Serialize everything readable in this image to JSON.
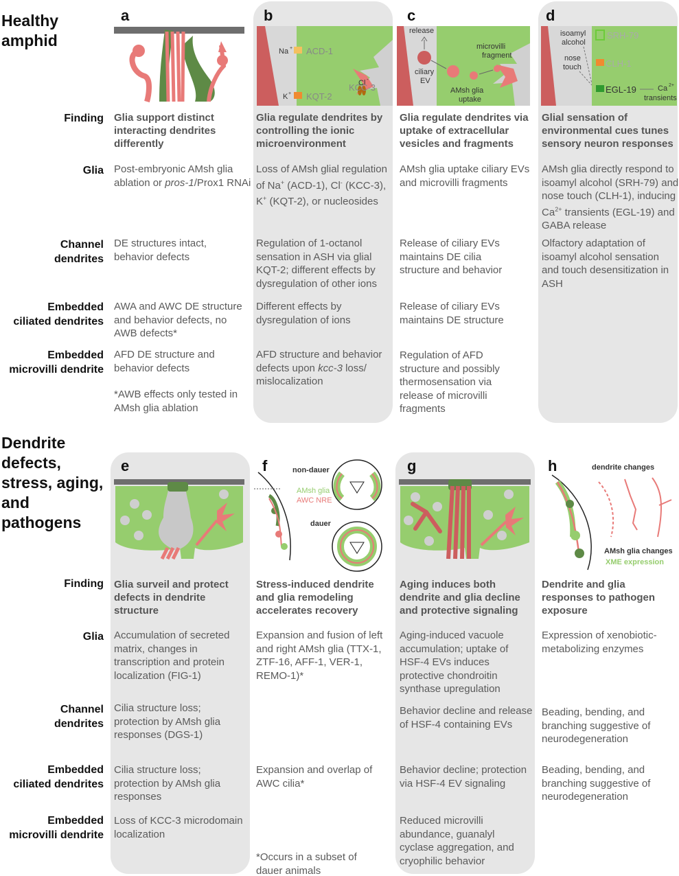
{
  "sections": {
    "healthy": "Healthy amphid",
    "defects": "Dendrite defects, stress, aging, and pathogens"
  },
  "row_labels": {
    "finding": "Finding",
    "glia": "Glia",
    "channel": "Channel dendrites",
    "ciliated": "Embedded ciliated dendrites",
    "microvilli": "Embedded microvilli dendrite"
  },
  "panels": {
    "a": {
      "letter": "a",
      "finding": "Glia support distinct interacting dendrites differently",
      "glia_pre": "Post-embryonic AMsh glia ablation or ",
      "glia_italic": "pros-1",
      "glia_post": "/Prox1 RNAi",
      "channel": "DE structures intact, behavior defects",
      "ciliated": "AWA and AWC DE structure and behavior defects, no AWB defects*",
      "microvilli": "AFD DE structure and behavior defects",
      "footnote": "*AWB effects only tested in AMsh glia ablation"
    },
    "b": {
      "letter": "b",
      "finding": "Glia regulate dendrites by controlling the ionic microenvironment",
      "glia_pre": "Loss of AMsh glial regulation of Na",
      "glia_sup1": "+",
      "glia_mid1": " (ACD-1), Cl",
      "glia_sup2": "-",
      "glia_mid2": " (KCC-3), K",
      "glia_sup3": "+",
      "glia_post": " (KQT-2), or nucleosides",
      "channel": "Regulation of 1-octanol sensation in ASH via glial KQT-2; different effects by dysregulation of other ions",
      "ciliated": "Different effects by dysregulation of ions",
      "micro_pre": "AFD structure and behavior defects upon ",
      "micro_italic": "kcc-3",
      "micro_post": " loss/ mislocalization",
      "diagram": {
        "na": "Na",
        "na_sup": "+",
        "acd": "ACD-1",
        "k": "K",
        "k_sup": "+",
        "kqt": "KQT-2",
        "cl": "Cl",
        "cl_sup": "-",
        "kcc": "KCC-3"
      }
    },
    "c": {
      "letter": "c",
      "finding": "Glia regulate dendrites via uptake of extracellular vesicles and fragments",
      "glia": "AMsh glia uptake ciliary EVs and microvilli fragments",
      "channel": "Release of ciliary EVs maintains DE cilia structure and behavior",
      "ciliated": "Release of ciliary EVs maintains DE structure",
      "microvilli": "Regulation of AFD structure and possibly thermosensation via release of microvilli fragments",
      "diagram": {
        "release": "release",
        "ciliary1": "ciliary",
        "ciliary2": "EV",
        "mv1": "microvilli",
        "mv2": "fragment",
        "up1": "AMsh glia",
        "up2": "uptake"
      }
    },
    "d": {
      "letter": "d",
      "finding": "Glial sensation of environmental cues tunes sensory neuron responses",
      "glia_pre": "AMsh glia directly respond to isoamyl alcohol (SRH-79) and nose touch (CLH-1), inducing Ca",
      "glia_sup": "2+",
      "glia_post": " transients (EGL-19) and GABA release",
      "channel": "Olfactory adaptation of isoamyl alcohol sensation and touch desensitization in ASH",
      "diagram": {
        "iso1": "isoamyl",
        "iso2": "alcohol",
        "nose1": "nose",
        "nose2": "touch",
        "srh": "SRH-79",
        "clh": "CLH-1",
        "egl": "EGL-19",
        "ca": "Ca",
        "ca_sup": "2+",
        "trans": "transients"
      }
    },
    "e": {
      "letter": "e",
      "finding": "Glia surveil and protect defects in dendrite structure",
      "glia": "Accumulation of secreted matrix, changes in transcription and protein localization (FIG-1)",
      "channel": "Cilia structure loss; protection by AMsh glia responses (DGS-1)",
      "ciliated": "Cilia structure loss; protection by AMsh glia responses",
      "microvilli": "Loss of KCC-3 microdomain localization"
    },
    "f": {
      "letter": "f",
      "finding": "Stress-induced dendrite and glia remodeling accelerates recovery",
      "glia": "Expansion and fusion of left and right AMsh glia (TTX-1, ZTF-16, AFF-1, VER-1, REMO-1)*",
      "ciliated": "Expansion and overlap of AWC cilia*",
      "footnote": "*Occurs in a subset of dauer animals",
      "diagram": {
        "nondauer": "non-dauer",
        "dauer": "dauer",
        "amsh": "AMsh glia",
        "awc": "AWC NRE"
      }
    },
    "g": {
      "letter": "g",
      "finding": "Aging induces both dendrite and glia decline and protective signaling",
      "glia": "Aging-induced vacuole accumulation; uptake of HSF-4 EVs induces protective chondroitin synthase upregulation",
      "channel": "Behavior decline and release of HSF-4 containing EVs",
      "ciliated": "Behavior decline; protection via HSF-4 EV signaling",
      "microvilli": "Reduced microvilli abundance, guanalyl cyclase aggregation, and cryophilic behavior"
    },
    "h": {
      "letter": "h",
      "finding": "Dendrite and glia responses to pathogen exposure",
      "glia": "Expression of xenobiotic-metabolizing enzymes",
      "channel": "Beading, bending, and branching suggestive of neurodegeneration",
      "ciliated": "Beading, bending, and branching suggestive of neurodegeneration",
      "diagram": {
        "dchanges": "dendrite changes",
        "gchanges": "AMsh glia changes",
        "xme": "XME expression"
      }
    }
  },
  "colors": {
    "glia_green": "#96cd6e",
    "dendrite_red": "#e87a78",
    "dark_green": "#5e8a46",
    "panel_gray": "#e6e6e6"
  }
}
